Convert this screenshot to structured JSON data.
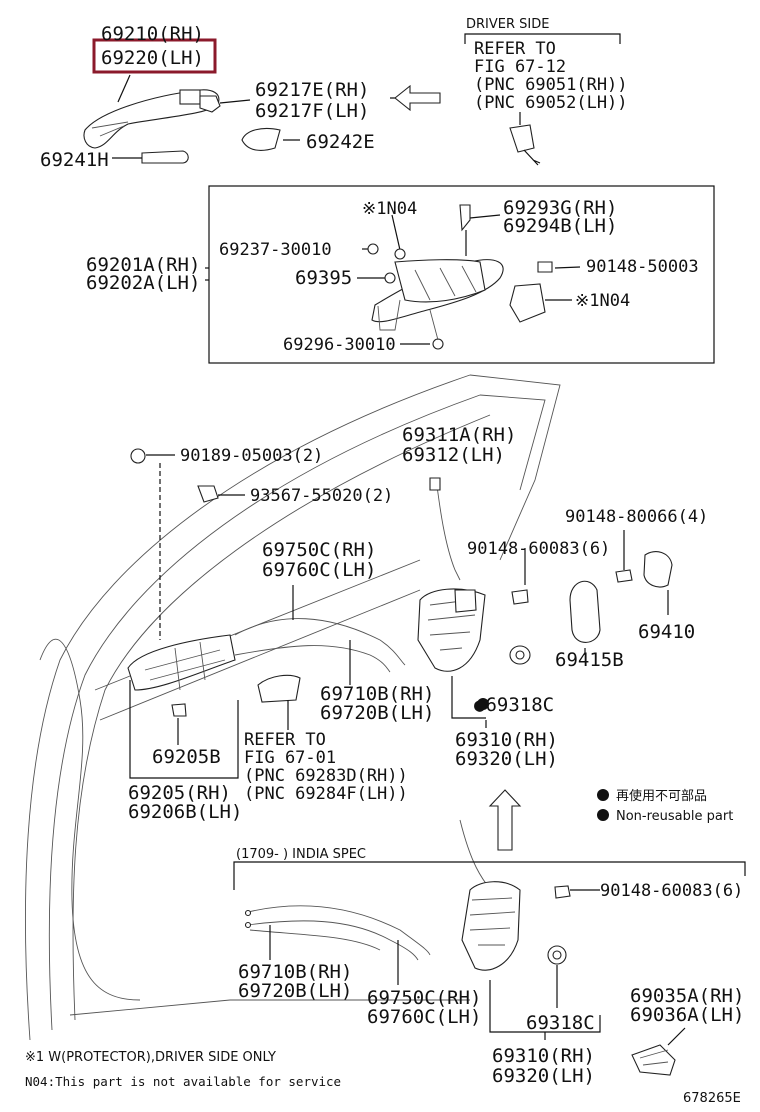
{
  "title_number": "678265E",
  "highlight": {
    "color": "#8b1a2b",
    "label_index": 1
  },
  "labels": [
    "69210(RH)",
    "69220(LH)",
    "69217E(RH)",
    "69217F(LH)",
    "69242E",
    "69241H",
    "DRIVER SIDE",
    "REFER TO",
    "FIG 67-12",
    "(PNC 69051(RH))",
    "(PNC 69052(LH))",
    "※1N04",
    "69293G(RH)",
    "69294B(LH)",
    "69237-30010",
    "69395",
    "90148-50003",
    "69201A(RH)",
    "69202A(LH)",
    "※1N04",
    "69296-30010",
    "90189-05003(2)",
    "93567-55020(2)",
    "69311A(RH)",
    "69312(LH)",
    "90148-80066(4)",
    "90148-60083(6)",
    "69750C(RH)",
    "69760C(LH)",
    "69410",
    "69415B",
    "69710B(RH)",
    "69720B(LH)",
    "●69318C",
    "REFER TO",
    "FIG 67-01",
    "(PNC 69283D(RH))",
    "(PNC 69284F(LH))",
    "69205B",
    "69310(RH)",
    "69320(LH)",
    "69205(RH)",
    "69206B(LH)",
    "再使用不可部品",
    "Non-reusable part",
    "(1709-      ) INDIA SPEC",
    "90148-60083(6)",
    "69710B(RH)",
    "69720B(LH)",
    "69750C(RH)",
    "69760C(LH)",
    "69318C",
    "69035A(RH)",
    "69036A(LH)",
    "69310(RH)",
    "69320(LH)",
    "※1 W(PROTECTOR),DRIVER SIDE ONLY",
    "N04:This part is not available for service"
  ]
}
